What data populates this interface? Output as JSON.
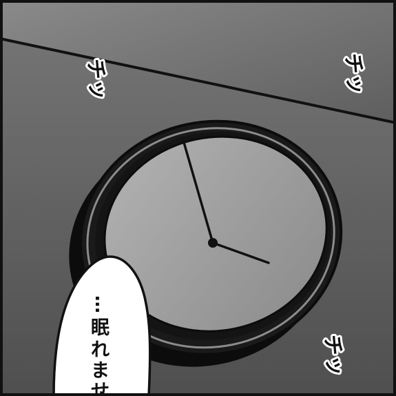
{
  "panel": {
    "sound_effects": [
      {
        "label": "チッ"
      },
      {
        "label": "チッ"
      },
      {
        "label": "チッ"
      }
    ],
    "speech_bubble": {
      "lines": [
        "…",
        "眠",
        "れ",
        "ま",
        "せ"
      ]
    }
  },
  "colors": {
    "ink": "#111111",
    "panel_border": "#111111",
    "wall_top": "#7a7a7a",
    "wall_bottom": "#555555",
    "ceiling": "#6e6e6e",
    "clock_face": "#9c9c9c",
    "bubble_fill": "#ffffff"
  },
  "icons": {
    "clock": "wall-clock-illustration"
  }
}
